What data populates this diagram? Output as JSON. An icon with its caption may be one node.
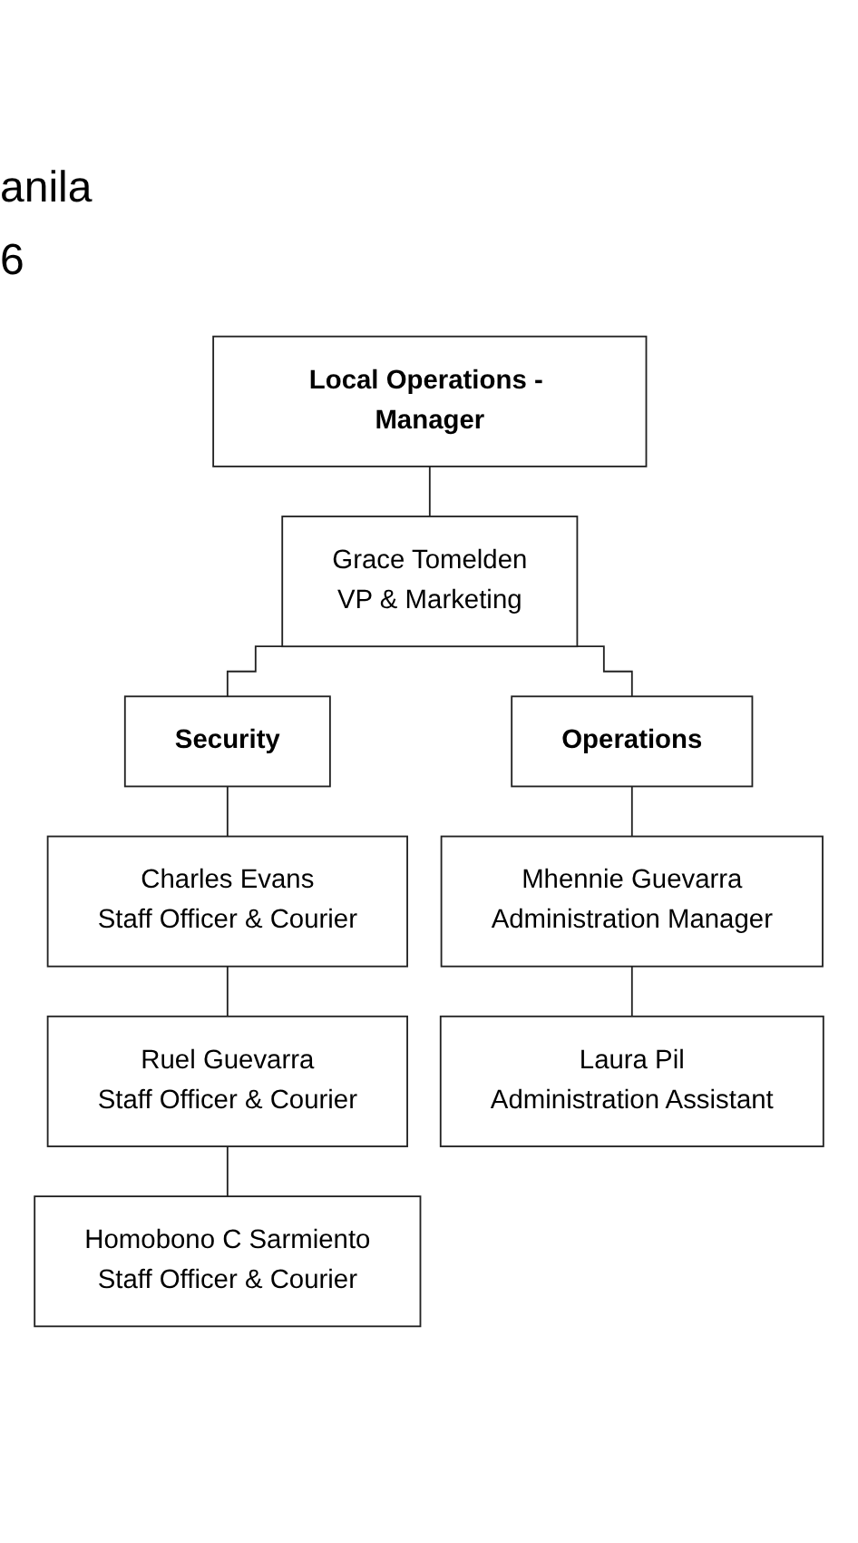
{
  "diagram": {
    "title": "anila",
    "nodes": [
      {
        "text": [
          "Local Operations - Manager"
        ]
      },
      {
        "text": [
          "Grace Tomelden",
          "VP & Marketing"
        ]
      },
      {
        "text": [
          "Security"
        ]
      },
      {
        "text": [
          "Operations"
        ]
      },
      {
        "text": [
          "Charles Evans",
          "Staff Officer & Courier"
        ]
      },
      {
        "text": [
          "Ruel Guevarra",
          "Staff Officer & Courier"
        ]
      },
      {
        "text": [
          "Homobono C Sarmiento",
          "Staff Officer & Courier"
        ]
      },
      {
        "text": [
          "Mhennie Guevarra",
          "Administration Manager"
        ]
      },
      {
        "text": [
          "Laura Pil",
          "Administration Assistant"
        ]
      }
    ],
    "edges": [
      {
        "from": 0,
        "to": 1,
        "arrow": "none"
      },
      {
        "from": 1,
        "to": 2,
        "arrow": "none"
      },
      {
        "from": 1,
        "to": 3,
        "arrow": "none"
      },
      {
        "from": 2,
        "to": 4,
        "arrow": "none"
      },
      {
        "from": 4,
        "to": 5,
        "arrow": "none"
      },
      {
        "from": 5,
        "to": 6,
        "arrow": "none"
      },
      {
        "from": 3,
        "to": 7,
        "arrow": "none"
      },
      {
        "from": 7,
        "to": 8,
        "arrow": "none"
      }
    ],
    "labels": [
      "6"
    ]
  }
}
